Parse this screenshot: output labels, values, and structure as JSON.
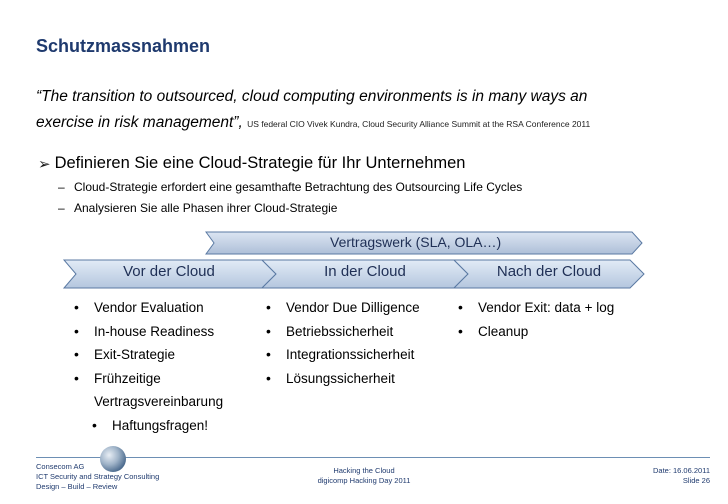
{
  "slide": {
    "title": "Schutzmassnahmen",
    "quote_line1": "“The transition to outsourced, cloud computing environments is in many ways an",
    "quote_line2": "exercise in risk management”,",
    "quote_source": "US federal CIO Vivek Kundra, Cloud Security Alliance Summit at the RSA Conference 2011",
    "main_point": "Definieren Sie eine Cloud-Strategie für Ihr Unternehmen",
    "sub_points": [
      "Cloud-Strategie erfordert eine gesamthafte Betrachtung des Outsourcing Life Cycles",
      "Analysieren Sie alle Phasen ihrer Cloud-Strategie"
    ]
  },
  "diagram": {
    "band_label": "Vertragswerk (SLA, OLA…)",
    "phases": [
      {
        "label": "Vor der Cloud",
        "items": [
          "Vendor Evaluation",
          "In-house Readiness",
          "Exit-Strategie",
          "Frühzeitige",
          "Vertragsvereinbarung"
        ],
        "nested": "Haftungsfragen!"
      },
      {
        "label": "In der Cloud",
        "items": [
          "Vendor Due Dilligence",
          "Betriebssicherheit",
          "Integrationssicherheit",
          "Lösungssicherheit"
        ]
      },
      {
        "label": "Nach der Cloud",
        "items": [
          "Vendor Exit: data + log",
          "Cleanup"
        ]
      }
    ],
    "colors": {
      "band": "#c3d3e8",
      "phase": "#c8d8ec",
      "text": "#1f2f55"
    }
  },
  "footer": {
    "company": "Consecom AG",
    "division": "ICT Security and Strategy Consulting",
    "tagline": "Design – Build – Review",
    "talk": "Hacking the Cloud",
    "event": "digicomp Hacking Day 2011",
    "date": "Date: 16.06.2011",
    "slide_no": "Slide 26"
  }
}
